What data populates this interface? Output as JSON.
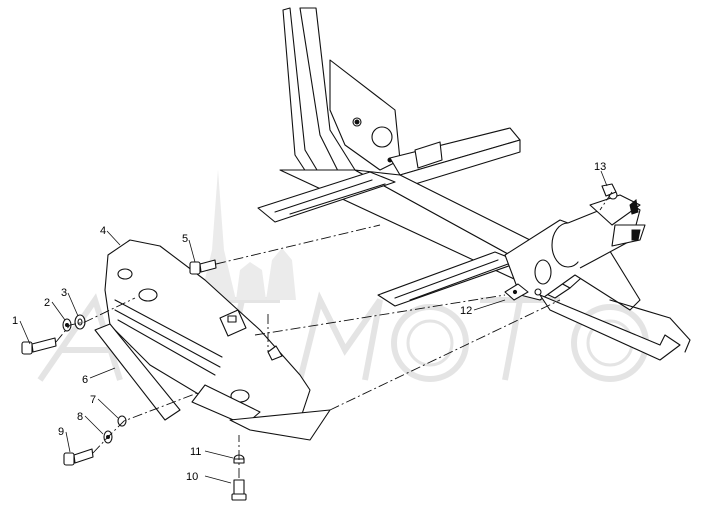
{
  "diagram": {
    "callouts": [
      {
        "id": "c1",
        "label": "1"
      },
      {
        "id": "c2",
        "label": "2"
      },
      {
        "id": "c3",
        "label": "3"
      },
      {
        "id": "c4",
        "label": "4"
      },
      {
        "id": "c5",
        "label": "5"
      },
      {
        "id": "c6",
        "label": "6"
      },
      {
        "id": "c7",
        "label": "7"
      },
      {
        "id": "c8",
        "label": "8"
      },
      {
        "id": "c9",
        "label": "9"
      },
      {
        "id": "c10",
        "label": "10"
      },
      {
        "id": "c11",
        "label": "11"
      },
      {
        "id": "c12",
        "label": "12"
      },
      {
        "id": "c13",
        "label": "13"
      }
    ],
    "watermark": {
      "text": "ARTMOTO"
    }
  }
}
